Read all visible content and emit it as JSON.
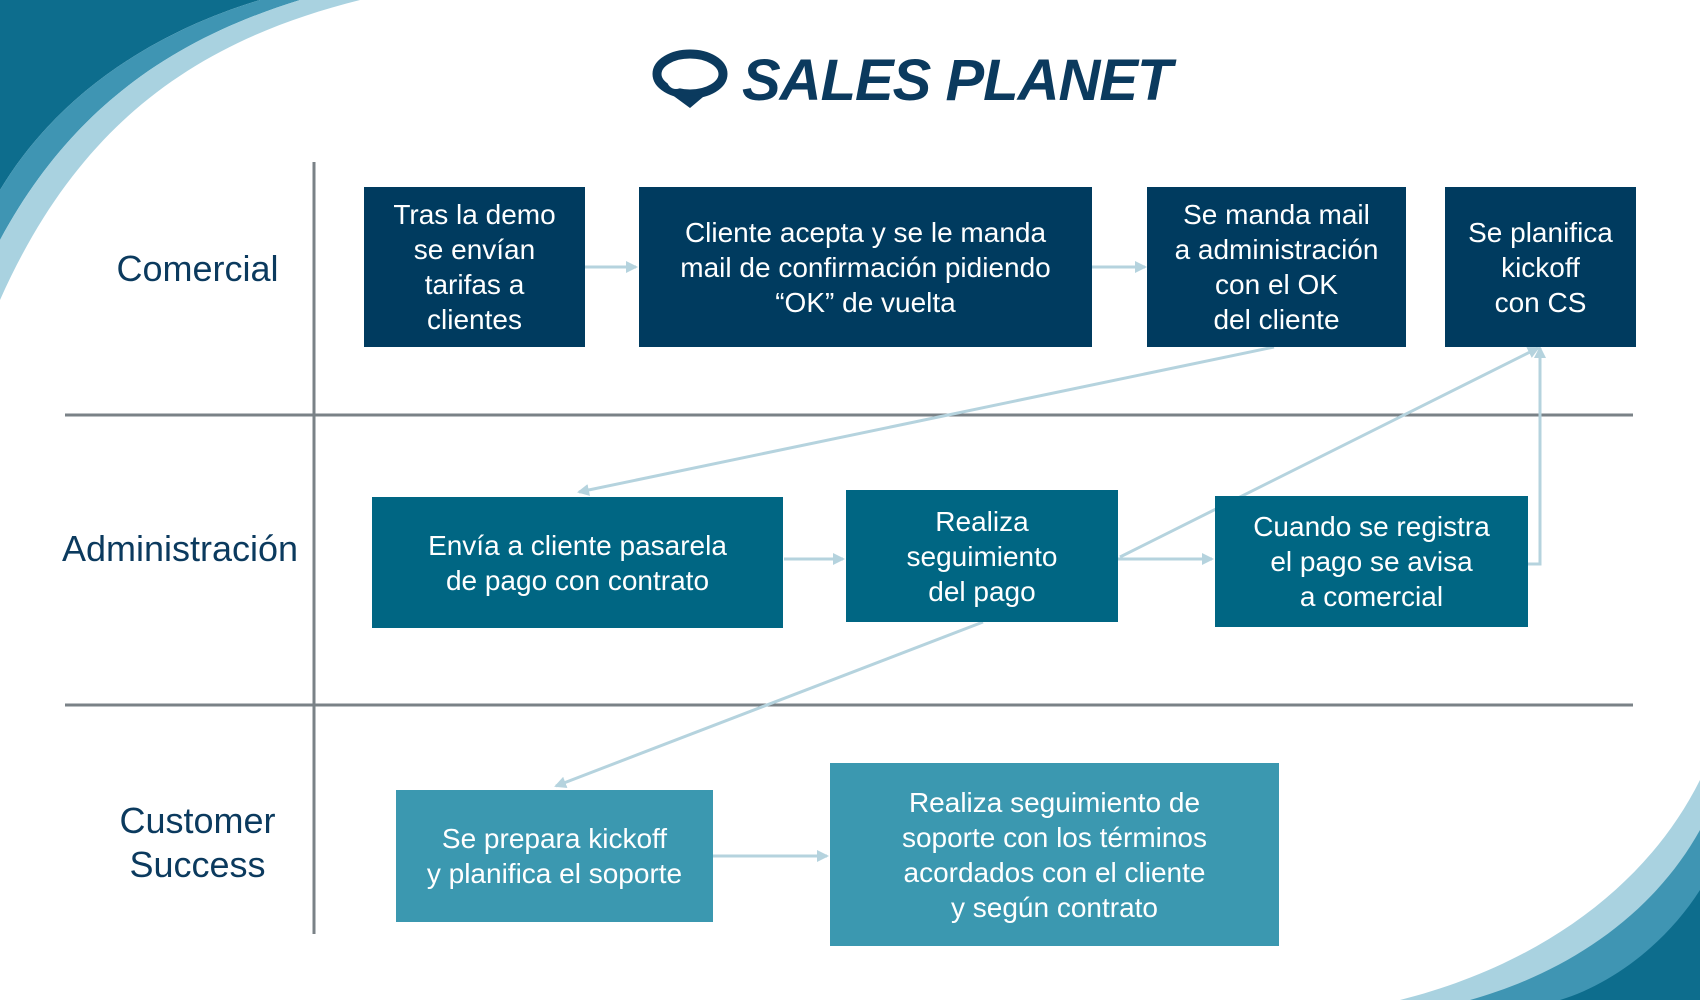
{
  "brand": {
    "name": "SALES PLANET",
    "logo_icon": "planet-orbit-icon"
  },
  "colors": {
    "comercial": "#003b5f",
    "administracion": "#006683",
    "customer_success": "#3b98b0",
    "arrow": "#b5d3de",
    "divider": "#7a8287",
    "label": "#0b3a5e",
    "swoosh_dark": "#0d6d8d",
    "swoosh_light": "#a9d2e0"
  },
  "lanes": [
    {
      "label": "Comercial"
    },
    {
      "label": "Administración"
    },
    {
      "label": "Customer\nSuccess"
    }
  ],
  "steps": {
    "c1": "Tras la demo\nse envían\ntarifas a\nclientes",
    "c2": "Cliente acepta y se le manda\nmail de confirmación pidiendo\n“OK” de vuelta",
    "c3": "Se manda mail\na administración\ncon el OK\ndel cliente",
    "c4": "Se planifica\nkickoff\ncon CS",
    "a1": "Envía a cliente pasarela\nde pago con contrato",
    "a2": "Realiza\nseguimiento\ndel pago",
    "a3": "Cuando se registra\nel pago se avisa\na comercial",
    "s1": "Se prepara kickoff\ny planifica el soporte",
    "s2": "Realiza seguimiento de\nsoporte con los términos\nacordados con el cliente\ny según contrato"
  }
}
